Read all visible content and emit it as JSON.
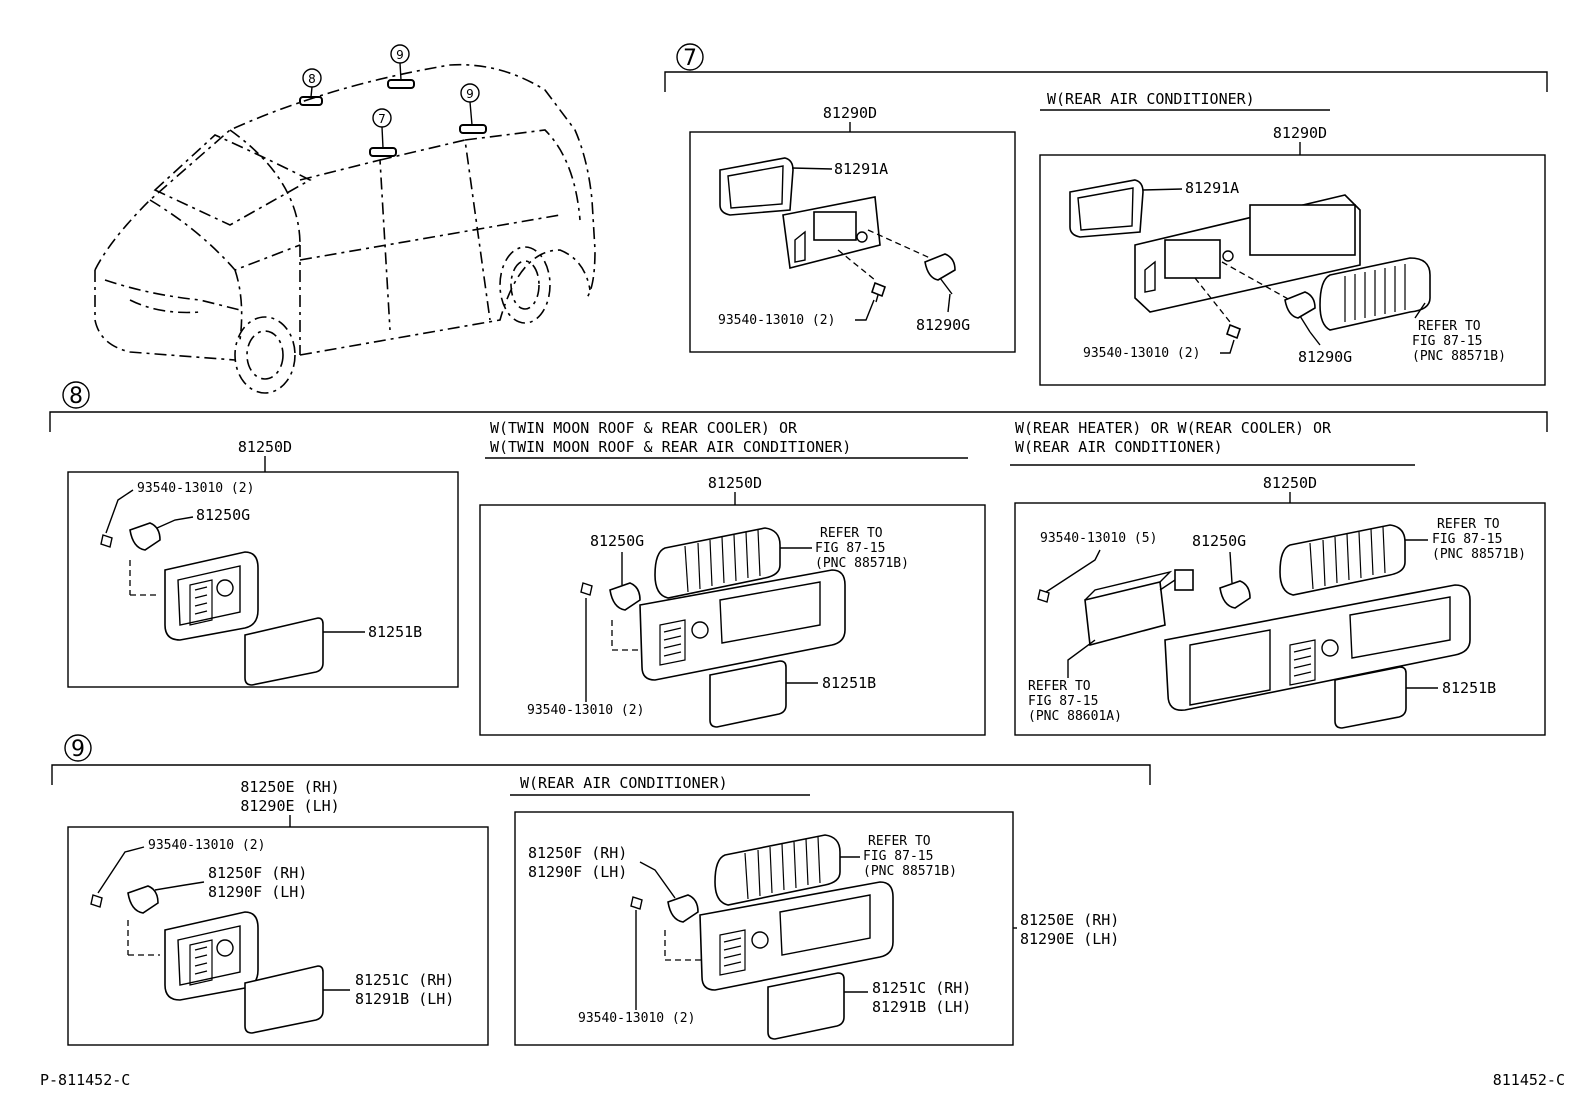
{
  "markers": {
    "m7": "7",
    "m8": "8",
    "m9": "9"
  },
  "vehicle": {
    "roof_label_8": "8",
    "roof_label_9a": "9",
    "roof_label_7": "7",
    "roof_label_9b": "9"
  },
  "sec7": {
    "basic": {
      "assy": "81290D",
      "lens": "81291A",
      "screw": "93540-13010 (2)",
      "bulb": "81290G"
    },
    "rearac": {
      "heading": "W(REAR AIR CONDITIONER)",
      "assy": "81290D",
      "lens": "81291A",
      "screw": "93540-13010 (2)",
      "bulb": "81290G",
      "refer": [
        "REFER TO",
        "FIG 87-15",
        "(PNC 88571B)"
      ]
    }
  },
  "sec8": {
    "basic": {
      "assy": "81250D",
      "screw": "93540-13010 (2)",
      "bulb": "81250G",
      "lens": "81251B"
    },
    "twin": {
      "heading1": "W(TWIN MOON ROOF & REAR COOLER) OR",
      "heading2": "W(TWIN MOON ROOF & REAR AIR CONDITIONER)",
      "assy": "81250D",
      "bulb": "81250G",
      "screw": "93540-13010 (2)",
      "lens": "81251B",
      "refer": [
        "REFER TO",
        "FIG 87-15",
        "(PNC 88571B)"
      ]
    },
    "heater": {
      "heading1": "W(REAR HEATER)  OR  W(REAR COOLER) OR",
      "heading2": "W(REAR AIR CONDITIONER)",
      "assy": "81250D",
      "screw": "93540-13010 (5)",
      "bulb": "81250G",
      "lens": "81251B",
      "refer1": [
        "REFER TO",
        "FIG 87-15",
        "(PNC 88571B)"
      ],
      "refer2": [
        "REFER TO",
        "FIG 87-15",
        "(PNC 88601A)"
      ]
    }
  },
  "sec9": {
    "basic": {
      "assy1": "81250E (RH)",
      "assy2": "81290E (LH)",
      "screw": "93540-13010 (2)",
      "bulb1": "81250F (RH)",
      "bulb2": "81290F (LH)",
      "lens1": "81251C (RH)",
      "lens2": "81291B (LH)"
    },
    "rearac": {
      "heading": "W(REAR AIR CONDITIONER)",
      "bulb1": "81250F (RH)",
      "bulb2": "81290F (LH)",
      "refer": [
        "REFER TO",
        "FIG 87-15",
        "(PNC 88571B)"
      ],
      "screw": "93540-13010 (2)",
      "lens1": "81251C (RH)",
      "lens2": "81291B (LH)",
      "assy1": "81250E (RH)",
      "assy2": "81290E (LH)"
    }
  },
  "footer": {
    "left": "P-811452-C",
    "right": "811452-C"
  }
}
